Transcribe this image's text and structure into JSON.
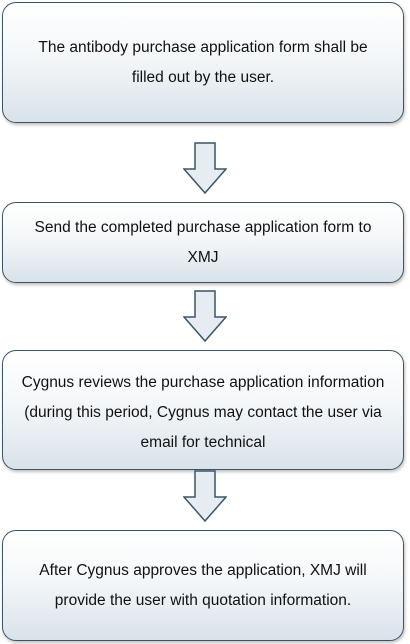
{
  "flowchart": {
    "steps": [
      {
        "text": "The antibody purchase application form shall be filled out by the user."
      },
      {
        "text": "Send the completed purchase application form to XMJ"
      },
      {
        "text": "Cygnus reviews the purchase application information (during this period, Cygnus may contact the user via email for technical"
      },
      {
        "text": "After Cygnus approves the application, XMJ will provide the user with quotation information."
      }
    ]
  },
  "colors": {
    "box_border": "#3c5468",
    "arrow_stroke": "#3c5468",
    "arrow_fill": "#e6ecf1"
  }
}
